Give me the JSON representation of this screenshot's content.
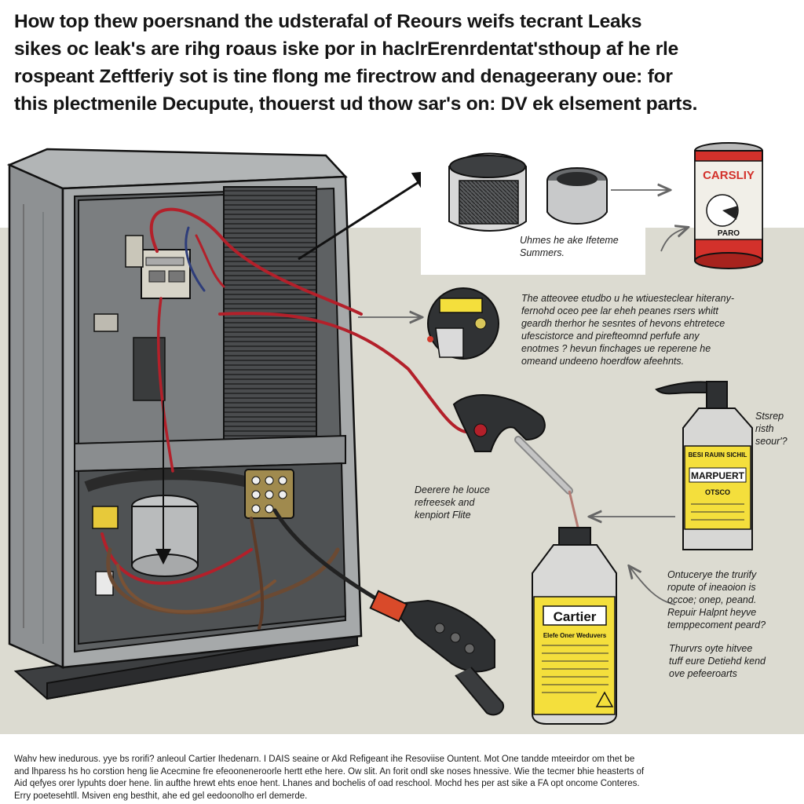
{
  "headline": {
    "line1": "How top thew poersnand the udsterafal of Reours weifs tecrant Leaks",
    "line2": "sikes oc leak's are rihg roaus iske por in haclrErenrdentat'sthoup af he rle",
    "line3": "rospeant Zeftferiy sot is tine flong me firectrow and denageerany oue: for",
    "line4": "this plectmenile Decupute, thouerst ud thow sar's on: DV ek elsement parts."
  },
  "captions": {
    "fan_caption": [
      "Uhmes he ake Ifeteme",
      "Summers."
    ],
    "motor_caption": [
      "The atteovee etudbo u he wtiuesteclear hiterany-",
      "fernohd oceo pee lar eheh peanes rsers whitt",
      "geardh therhor he sesntes of hevons ehtretece",
      "ufescistorce and pirefteomnd perfufe any",
      "enotmes ? hevun finchages ue reperene he",
      "omeand undeeno hoerdfow afeehnts."
    ],
    "gun_caption": [
      "Deerere he louce",
      "refreesek and",
      "kenpiort Flite"
    ],
    "spray_caption": [
      "Stsrep",
      "risth",
      "seour'?"
    ],
    "jug_caption": [
      "Ontucerye the trurify",
      "ropute of ineaoion is",
      "occoe; onep, peand.",
      "Repuir Halpnt heyve",
      "temppecoment peard?"
    ],
    "jug_caption2": [
      "Thurvrs oyte hitvee",
      "tuff eure Detiehd kend",
      "ove pefeeroarts"
    ]
  },
  "labels": {
    "can_brand": "CARSLIY",
    "can_sub": "PARO",
    "spray_brand": "BESI RAUIN SICHIL",
    "spray_product": "MARPUERT",
    "spray_sub": "OTSCO",
    "jug_brand": "Cartier",
    "jug_sub": "Elefe Oner Weduvers"
  },
  "footer": [
    "Wahv hew inedurous. yye bs rorifi? anleoul Cartier Ihedenarn. I DAIS seaine or Akd Refigeant ihe Resoviise Ountent. Mot One tandde mteeirdor om thet be",
    "and lhparess hs ho corstion heng lie Acecmine fre efeooneneroorle hertt ethe here.  Ow slit. An forit ondl ske noses hnessive. Wie the tecmer bhie heasterts of",
    "Aid qefyes orer lypuhts doer hene. lin aufthe hrewt ehts enoe hent. Lhanes and bochelis of oad reschool. Mochd hes per ast sike a FA opt oncome Conteres.",
    "Erry poetesehtll.                                                       Msiven eng besthit, ahe ed gel eedoonolho erl demerde."
  ],
  "colors": {
    "band": "#dcdbd1",
    "cabinet": "#9fa2a3",
    "wire_red": "#b3202a",
    "label_yellow": "#f4df3c",
    "can_red": "#d3312b"
  }
}
